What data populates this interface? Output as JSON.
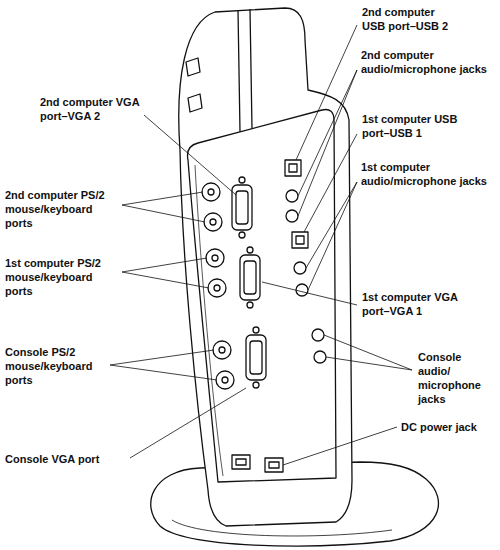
{
  "diagram": {
    "labels": [
      "2nd computer VGA port–VGA 2",
      "2nd computer PS/2 mouse/keyboard ports",
      "1st computer PS/2 mouse/keyboard ports",
      "Console PS/2 mouse/keyboard ports",
      "Console VGA port",
      "2nd computer USB port–USB 2",
      "2nd computer audio/microphone jacks",
      "1st computer USB port–USB 1",
      "1st computer audio/microphone jacks",
      "1st computer VGA port–VGA 1",
      "Console audio/ microphone jacks",
      "DC power jack"
    ]
  }
}
